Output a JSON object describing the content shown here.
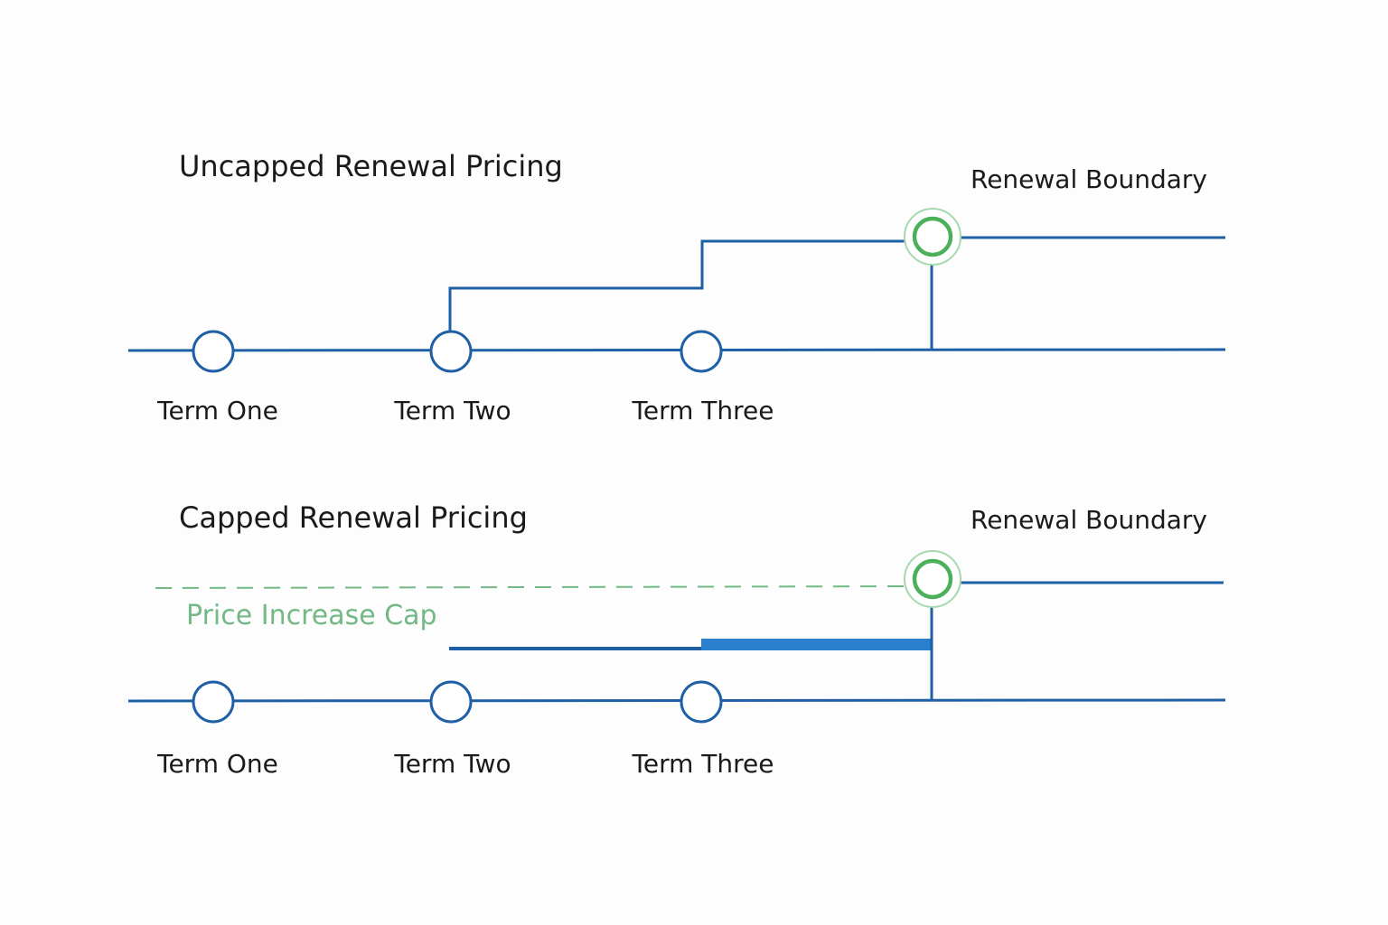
{
  "colors": {
    "line": "#1f5fa6",
    "thick_line": "#2a80cc",
    "boundary": "#4caf5a",
    "boundary_halo": "#a6d8ad",
    "cap": "#72b985",
    "text": "#1a1a1a"
  },
  "panels": [
    {
      "title": "Uncapped Renewal Pricing",
      "boundary_label": "Renewal Boundary",
      "terms": [
        "Term One",
        "Term Two",
        "Term Three"
      ]
    },
    {
      "title": "Capped Renewal Pricing",
      "boundary_label": "Renewal Boundary",
      "cap_label": "Price Increase Cap",
      "terms": [
        "Term One",
        "Term Two",
        "Term Three"
      ]
    }
  ]
}
